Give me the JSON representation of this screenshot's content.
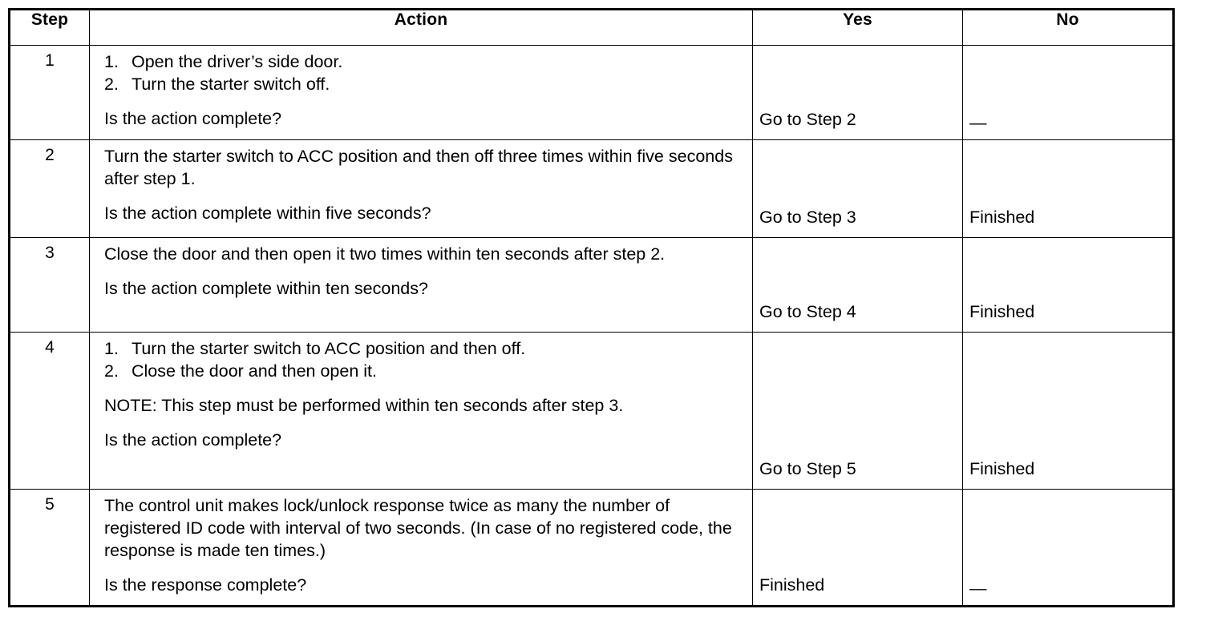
{
  "table": {
    "columns": [
      {
        "key": "step",
        "label": "Step"
      },
      {
        "key": "action",
        "label": "Action"
      },
      {
        "key": "yes",
        "label": "Yes"
      },
      {
        "key": "no",
        "label": "No"
      }
    ],
    "rows": [
      {
        "step": "1",
        "action": {
          "numbered": [
            {
              "num": "1.",
              "text": "Open the driver’s side door."
            },
            {
              "num": "2.",
              "text": "Turn the starter switch off."
            }
          ],
          "question": "Is the action complete?"
        },
        "yes": "Go to Step 2",
        "no": "—"
      },
      {
        "step": "2",
        "action": {
          "body": "Turn the starter switch to ACC position and then off three times within five seconds after step 1.",
          "question": "Is the action complete within five seconds?"
        },
        "yes": "Go to Step 3",
        "no": "Finished"
      },
      {
        "step": "3",
        "action": {
          "body": "Close the door and then open it two times within ten seconds after step 2.",
          "question": "Is the action complete within ten seconds?"
        },
        "yes": "Go to Step 4",
        "no": "Finished"
      },
      {
        "step": "4",
        "action": {
          "numbered": [
            {
              "num": "1.",
              "text": "Turn the starter switch to ACC position and then off."
            },
            {
              "num": "2.",
              "text": "Close the door and then open it."
            }
          ],
          "note": "NOTE: This step must be performed within ten seconds after step 3.",
          "question": "Is the action complete?"
        },
        "yes": "Go to Step 5",
        "no": "Finished"
      },
      {
        "step": "5",
        "action": {
          "body": "The control unit makes lock/unlock response twice as many the number of registered ID code with interval of two seconds. (In case of no registered code, the response is made ten times.)",
          "question": "Is the response complete?"
        },
        "yes": "Finished",
        "no": "—"
      }
    ]
  },
  "colors": {
    "ink": "#000000",
    "paper": "#ffffff"
  }
}
